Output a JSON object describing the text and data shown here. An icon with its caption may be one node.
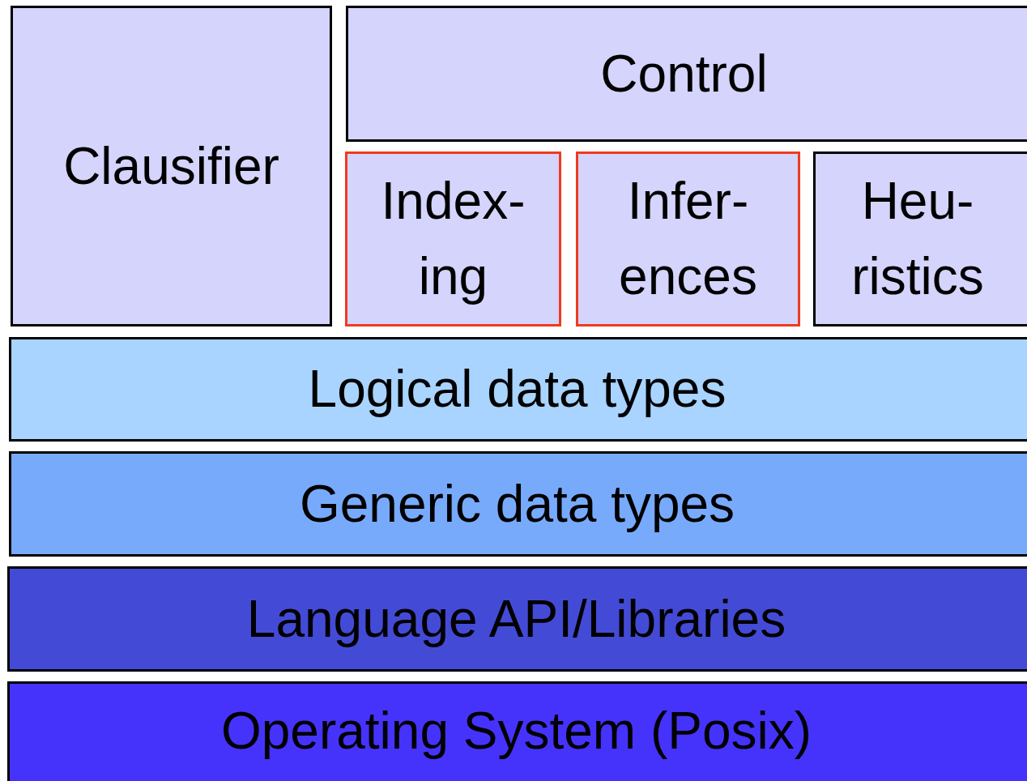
{
  "diagram": {
    "nodes": [
      {
        "text": [
          "Clausifier"
        ]
      },
      {
        "text": [
          "Control"
        ]
      },
      {
        "text": [
          "Index- ing"
        ]
      },
      {
        "text": [
          "Infer- ences"
        ]
      },
      {
        "text": [
          "Heu- ristics"
        ]
      },
      {
        "text": [
          "Logical data types"
        ]
      },
      {
        "text": [
          "Generic data types"
        ]
      },
      {
        "text": [
          "Language API/Libraries"
        ]
      },
      {
        "text": [
          "Operating System (Posix)"
        ]
      }
    ]
  }
}
